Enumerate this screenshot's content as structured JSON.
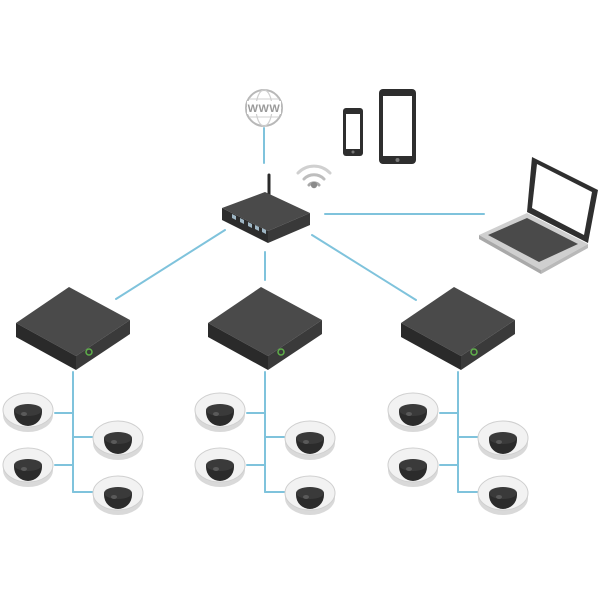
{
  "diagram": {
    "internet_label": "WWW",
    "colors": {
      "connection": "#7fc3dc",
      "device_dark": "#3a3a3a",
      "device_top": "#4a4a4a",
      "camera_body": "#f2f2f2",
      "camera_lens": "#2b2b2b",
      "status_led": "#5fb04a"
    },
    "nodes": {
      "internet": {
        "icon": "globe-icon"
      },
      "wifi": {
        "icon": "wifi-icon"
      },
      "router": {
        "icon": "router-icon"
      },
      "phone": {
        "icon": "smartphone-icon"
      },
      "tablet": {
        "icon": "tablet-icon"
      },
      "laptop": {
        "icon": "laptop-icon"
      },
      "recorders": {
        "icon": "recorder-icon",
        "count": 3
      },
      "cameras": {
        "icon": "dome-camera-icon",
        "per_recorder": 4
      }
    }
  }
}
